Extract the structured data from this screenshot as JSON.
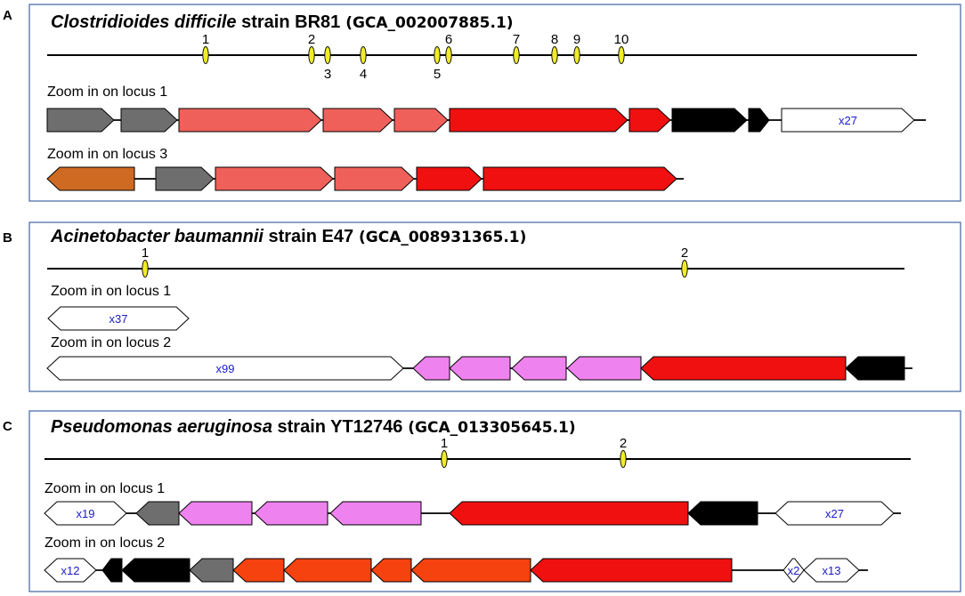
{
  "colors": {
    "panel_border": "#4f6fa8",
    "locus_marker": "#f0ec28",
    "gray": "#6e6e6e",
    "salmon": "#f0605a",
    "red": "#f01010",
    "black": "#000000",
    "white": "#ffffff",
    "brown": "#cf6a22",
    "violet": "#ee82ee",
    "orange_red": "#f5420e",
    "multiplier_text": "#1a1ac8"
  },
  "panels": [
    {
      "label": "A",
      "title": {
        "species": "Clostridioides difficile",
        "strain": " strain BR81",
        "accession": " (GCA_002007885.1)"
      },
      "loci": [
        {
          "label": "1",
          "label_side": "above"
        },
        {
          "label": "2",
          "label_side": "above"
        },
        {
          "label": "3",
          "label_side": "below"
        },
        {
          "label": "4",
          "label_side": "below"
        },
        {
          "label": "5",
          "label_side": "below"
        },
        {
          "label": "6",
          "label_side": "above"
        },
        {
          "label": "7",
          "label_side": "above"
        },
        {
          "label": "8",
          "label_side": "above"
        },
        {
          "label": "9",
          "label_side": "above"
        },
        {
          "label": "10",
          "label_side": "above"
        }
      ],
      "zooms": [
        {
          "label": "Zoom in on locus 1",
          "genes": [
            {
              "dir": "right",
              "color": "gray"
            },
            {
              "dir": "right",
              "color": "gray"
            },
            {
              "dir": "right",
              "color": "salmon"
            },
            {
              "dir": "right",
              "color": "salmon"
            },
            {
              "dir": "right",
              "color": "salmon"
            },
            {
              "dir": "right",
              "color": "red"
            },
            {
              "dir": "right",
              "color": "red"
            },
            {
              "dir": "right",
              "color": "black"
            },
            {
              "dir": "right",
              "color": "black"
            },
            {
              "dir": "right",
              "color": "white",
              "text": "x27"
            }
          ]
        },
        {
          "label": "Zoom in on locus 3",
          "genes": [
            {
              "dir": "left",
              "color": "brown"
            },
            {
              "dir": "right",
              "color": "gray"
            },
            {
              "dir": "right",
              "color": "salmon"
            },
            {
              "dir": "right",
              "color": "salmon"
            },
            {
              "dir": "right",
              "color": "red"
            },
            {
              "dir": "right",
              "color": "red"
            }
          ]
        }
      ]
    },
    {
      "label": "B",
      "title": {
        "species": "Acinetobacter baumannii",
        "strain": " strain E47",
        "accession": " (GCA_008931365.1)"
      },
      "loci": [
        {
          "label": "1",
          "label_side": "above"
        },
        {
          "label": "2",
          "label_side": "above"
        }
      ],
      "zooms": [
        {
          "label": "Zoom in on locus 1",
          "genes": [
            {
              "dir": "both",
              "color": "white",
              "text": "x37"
            }
          ]
        },
        {
          "label": "Zoom in on locus 2",
          "genes": [
            {
              "dir": "both",
              "color": "white",
              "text": "x99"
            },
            {
              "dir": "left",
              "color": "violet"
            },
            {
              "dir": "left",
              "color": "violet"
            },
            {
              "dir": "left",
              "color": "violet"
            },
            {
              "dir": "left",
              "color": "violet"
            },
            {
              "dir": "left",
              "color": "red"
            },
            {
              "dir": "left",
              "color": "black"
            }
          ]
        }
      ]
    },
    {
      "label": "C",
      "title": {
        "species": "Pseudomonas aeruginosa",
        "strain": " strain YT12746",
        "accession": " (GCA_013305645.1)"
      },
      "loci": [
        {
          "label": "1",
          "label_side": "above"
        },
        {
          "label": "2",
          "label_side": "above"
        }
      ],
      "zooms": [
        {
          "label": "Zoom in on locus 1",
          "genes": [
            {
              "dir": "both",
              "color": "white",
              "text": "x19"
            },
            {
              "dir": "left",
              "color": "gray"
            },
            {
              "dir": "left",
              "color": "violet"
            },
            {
              "dir": "left",
              "color": "violet"
            },
            {
              "dir": "left",
              "color": "violet"
            },
            {
              "dir": "left",
              "color": "red"
            },
            {
              "dir": "left",
              "color": "black"
            },
            {
              "dir": "both",
              "color": "white",
              "text": "x27"
            }
          ]
        },
        {
          "label": "Zoom in on locus 2",
          "genes": [
            {
              "dir": "both",
              "color": "white",
              "text": "x12"
            },
            {
              "dir": "left",
              "color": "black"
            },
            {
              "dir": "left",
              "color": "black"
            },
            {
              "dir": "left",
              "color": "gray"
            },
            {
              "dir": "left",
              "color": "orange_red"
            },
            {
              "dir": "left",
              "color": "orange_red"
            },
            {
              "dir": "left",
              "color": "orange_red"
            },
            {
              "dir": "left",
              "color": "orange_red"
            },
            {
              "dir": "left",
              "color": "red"
            },
            {
              "dir": "both",
              "color": "white",
              "text": "x2"
            },
            {
              "dir": "both",
              "color": "white",
              "text": "x13"
            }
          ]
        }
      ]
    }
  ]
}
